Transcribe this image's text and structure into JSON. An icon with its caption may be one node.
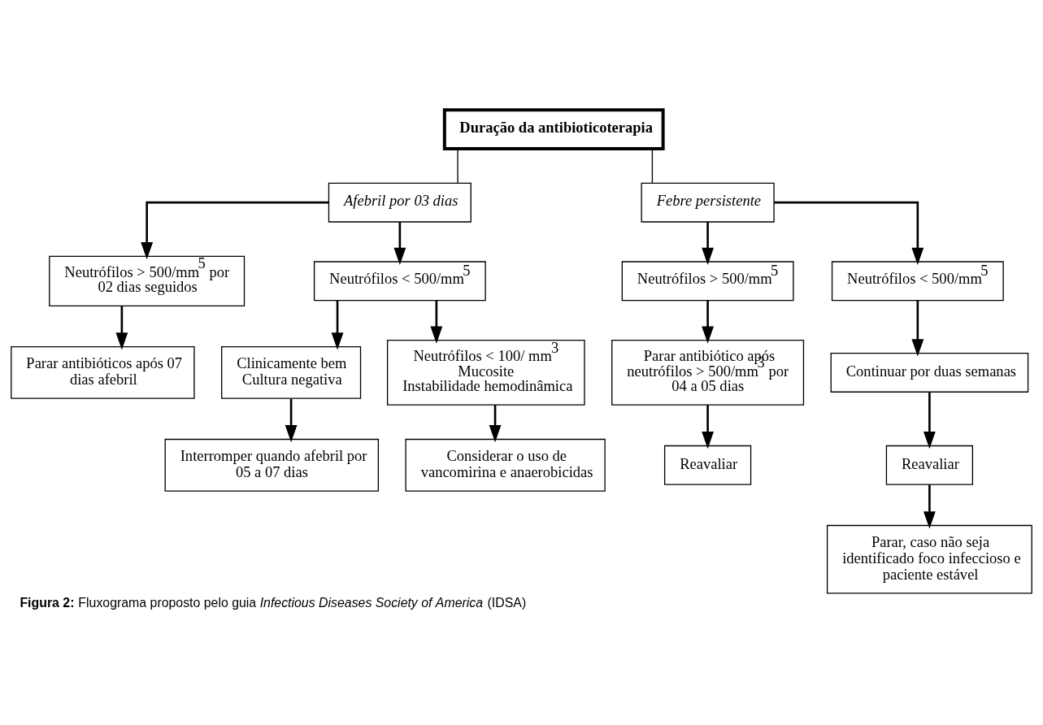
{
  "diagram": {
    "caption": "**Figura 2:** Fluxograma proposto pelo guia *Infectious Diseases Society of America* (IDSA)",
    "nodes": [
      {
        "text": [
          "Duração da antibioticoterapia"
        ]
      },
      {
        "text": [
          "Afebril por 03 dias"
        ]
      },
      {
        "text": [
          "Febre persistente"
        ]
      },
      {
        "text": [
          "Neutrófilos > 500/mm$^{5}$ por 02 dias seguidos"
        ]
      },
      {
        "text": [
          "Neutrófilos < 500/mm$^{5}$"
        ]
      },
      {
        "text": [
          "Neutrófilos > 500/mm$^{5}$"
        ]
      },
      {
        "text": [
          "Neutrófilos < 500/mm$^{5}$"
        ]
      },
      {
        "text": [
          "Parar antibióticos após 07 dias afebril"
        ]
      },
      {
        "text": [
          "Parar antibiótico após neutrófilos > 500/mm$^{3}$ por 04 a 05 dias"
        ]
      },
      {
        "text": [
          "Continuar por duas semanas"
        ]
      },
      {
        "text": [
          "Clinicamente bem",
          "Cultura negativa"
        ]
      },
      {
        "text": [
          "Neutrófilos < 100/ mm$^{3}$",
          "Mucosite",
          "Instabilidade hemodinâmica"
        ]
      },
      {
        "text": [
          "Reavaliar"
        ]
      },
      {
        "text": [
          "Reavaliar"
        ]
      },
      {
        "text": [
          "Interromper quando afebril por 05 a 07 dias"
        ]
      },
      {
        "text": [
          "Considerar o uso de vancomirina e anaerobicidas"
        ]
      },
      {
        "text": [
          "Parar, caso não seja identificado foco infeccioso e paciente estável"
        ]
      }
    ],
    "edges": [
      {
        "from": 0,
        "to": 1,
        "arrow": "none"
      },
      {
        "from": 0,
        "to": 2,
        "arrow": "none"
      },
      {
        "from": 1,
        "to": 3,
        "arrow": "to"
      },
      {
        "from": 1,
        "to": 4,
        "arrow": "to"
      },
      {
        "from": 2,
        "to": 5,
        "arrow": "to"
      },
      {
        "from": 2,
        "to": 6,
        "arrow": "to"
      },
      {
        "from": 3,
        "to": 7,
        "arrow": "to"
      },
      {
        "from": 5,
        "to": 8,
        "arrow": "to"
      },
      {
        "from": 6,
        "to": 9,
        "arrow": "to"
      },
      {
        "from": 4,
        "to": 10,
        "arrow": "to"
      },
      {
        "from": 4,
        "to": 11,
        "arrow": "to"
      },
      {
        "from": 8,
        "to": 12,
        "arrow": "to"
      },
      {
        "from": 9,
        "to": 13,
        "arrow": "to"
      },
      {
        "from": 10,
        "to": 14,
        "arrow": "to"
      },
      {
        "from": 11,
        "to": 15,
        "arrow": "to"
      },
      {
        "from": 13,
        "to": 16,
        "arrow": "to"
      }
    ]
  }
}
